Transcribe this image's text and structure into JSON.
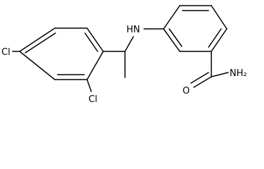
{
  "structure": {
    "atom_labels": {
      "cl_left": "Cl",
      "cl_bottom": "Cl",
      "nh": "HN",
      "oxygen": "O",
      "nh2": "NH₂"
    },
    "colors": {
      "bond": "#000000",
      "text": "#000000",
      "background": "#ffffff"
    }
  }
}
